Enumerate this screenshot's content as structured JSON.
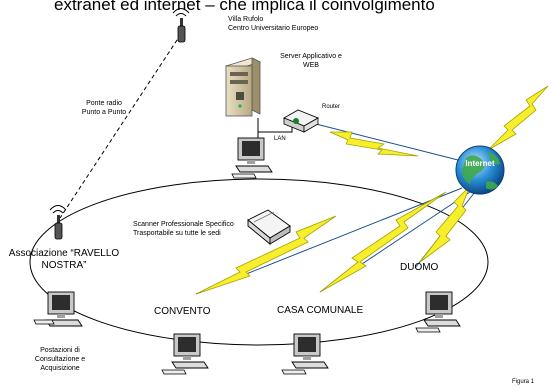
{
  "header": {
    "text": "extranet ed internet – che implica il coinvolgimento"
  },
  "labels": {
    "villa": [
      "Villa Rufolo",
      "Centro Universitario Europeo"
    ],
    "server": [
      "Server Applicativo e",
      "WEB"
    ],
    "router": "Router",
    "lan": "LAN",
    "ponte": [
      "Ponte radio",
      "Punto a Punto"
    ],
    "scanner": [
      "Scanner Professionale Specifico",
      "Trasportabile su tutte le sedi"
    ],
    "associazione": [
      "Associazione “RAVELLO",
      "NOSTRA”"
    ],
    "convento": "CONVENTO",
    "casa": "CASA COMUNALE",
    "duomo": "DUOMO",
    "postazioni": [
      "Postazioni di",
      "Consultazione e",
      "Acquisizione"
    ],
    "figura": "Figura 1"
  },
  "globe": {
    "label": "Internet",
    "color": "#1f7fc4"
  },
  "colors": {
    "lightning": "#f7ef2c",
    "lightning_stroke": "#a6a000",
    "link": "#1a4f8c"
  },
  "icons": [
    "antenna-icon",
    "server-tower-icon",
    "router-icon",
    "computer-icon",
    "scanner-icon",
    "globe-icon",
    "lightning-icon"
  ]
}
